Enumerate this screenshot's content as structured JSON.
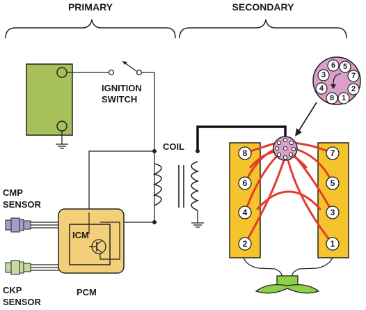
{
  "labels": {
    "primary": "PRIMARY",
    "secondary": "SECONDARY",
    "ignition_line1": "IGNITION",
    "ignition_line2": "SWITCH",
    "coil": "COIL",
    "cmp_line1": "CMP",
    "cmp_line2": "SENSOR",
    "ckp_line1": "CKP",
    "ckp_line2": "SENSOR",
    "pcm": "PCM",
    "icm": "ICM"
  },
  "cylinders": {
    "left_bank": [
      "8",
      "6",
      "4",
      "2"
    ],
    "right_bank": [
      "7",
      "5",
      "3",
      "1"
    ]
  },
  "cap_numbers": [
    "6",
    "5",
    "7",
    "2",
    "1",
    "8",
    "4",
    "3"
  ],
  "colors": {
    "battery": "#a8c05a",
    "bank": "#f5c42c",
    "pcm": "#f3cf7a",
    "plug_wire": "#e53b2c",
    "cap": "#d9a0c8",
    "fan": "#8fd04a",
    "sensor": "#a89bc7"
  }
}
